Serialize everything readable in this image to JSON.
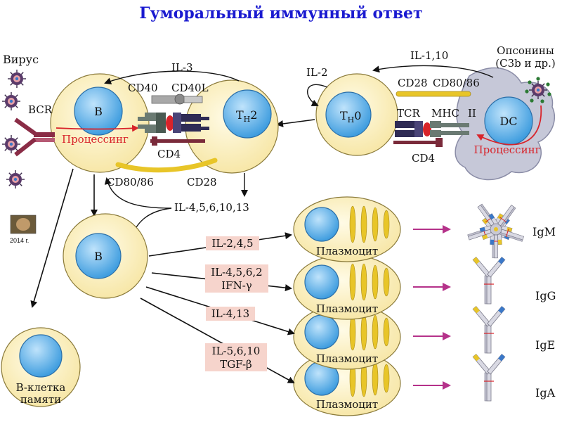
{
  "title": "Гуморальный иммунный ответ",
  "labels": {
    "virus": "Вирус",
    "bcr": "BCR",
    "b_cell": "B",
    "th2_main": "T",
    "th2_sub": "H",
    "th2_num": "2",
    "th0_main": "T",
    "th0_sub": "H",
    "th0_num": "0",
    "dc": "DC",
    "processing": "Процессинг",
    "processing_dc": "Процессинг",
    "cd40": "CD40",
    "cd40l": "CD40L",
    "cd4": "CD4",
    "cd4_right": "CD4",
    "cd80_86_left": "CD80/86",
    "cd28_left": "CD28",
    "cd28_right": "CD28",
    "cd80_86_right": "CD80/86",
    "tcr": "TCR",
    "mhc": "MHC",
    "mhc_class": "II",
    "il3": "IL-3",
    "il2": "IL-2",
    "il1_10": "IL-1,10",
    "opsonins_1": "Опсонины",
    "opsonins_2": "(C3b и др.)",
    "il4_5_6_10_13": "IL-4,5,6,10,13",
    "b_cell_2": "B",
    "cyt_1": "IL-2,4,5",
    "cyt_2a": "IL-4,5,6,2",
    "cyt_2b": "IFN-γ",
    "cyt_3": "IL-4,13",
    "cyt_4a": "IL-5,6,10",
    "cyt_4b": "TGF-β",
    "plasma_1": "Плазмоцит",
    "plasma_2": "Плазмоцит",
    "plasma_3": "Плазмоцит",
    "plasma_4": "Плазмоцит",
    "igm": "IgM",
    "igg": "IgG",
    "ige": "IgE",
    "iga": "IgA",
    "memory_1": "B-клетка",
    "memory_2": "памяти",
    "photo_caption": "2014 г."
  },
  "colors": {
    "title": "#1a1ad0",
    "cell_fill": "#fbf1c2",
    "nucleus": "#5aaee6",
    "dc_fill": "#c6c8d8",
    "processing_red": "#d8232a",
    "arrow_magenta": "#b5328a",
    "granule": "#e8c528",
    "cytokine_box": "#f6d4cc"
  }
}
